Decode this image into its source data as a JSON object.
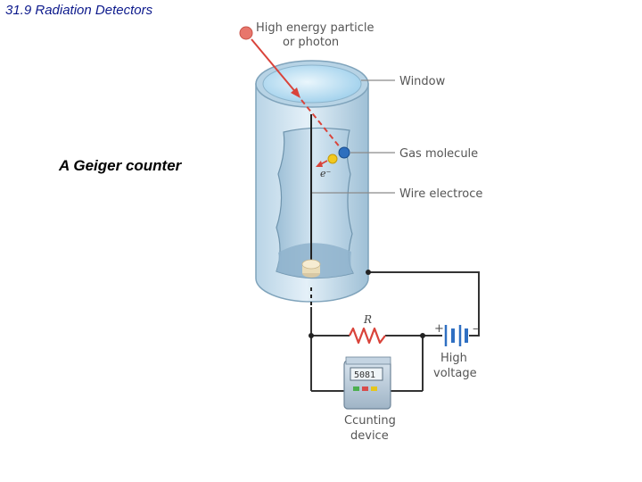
{
  "slide": {
    "title": "31.9 Radiation Detectors",
    "subtitle": "A Geiger counter"
  },
  "diagram": {
    "labels": {
      "particle": "High energy particle",
      "particle_line2": "or photon",
      "window": "Window",
      "gas_molecule": "Gas molecule",
      "electron": "e⁻",
      "wire_electrode": "Wire electroce",
      "resistor": "R",
      "plus": "+",
      "minus": "–",
      "high_voltage": "High",
      "high_voltage_line2": "voltage",
      "counting": "Ccunting",
      "counting_line2": "device",
      "counter_display": "5081"
    },
    "colors": {
      "tube_body": "#a9c9dd",
      "window_glass": "#cfe9f7",
      "particle": "#e8766c",
      "track": "#d9433a",
      "gas_molecule": "#2e6fbe",
      "electron": "#f2c81e",
      "title_text": "#0d1a8c"
    }
  }
}
